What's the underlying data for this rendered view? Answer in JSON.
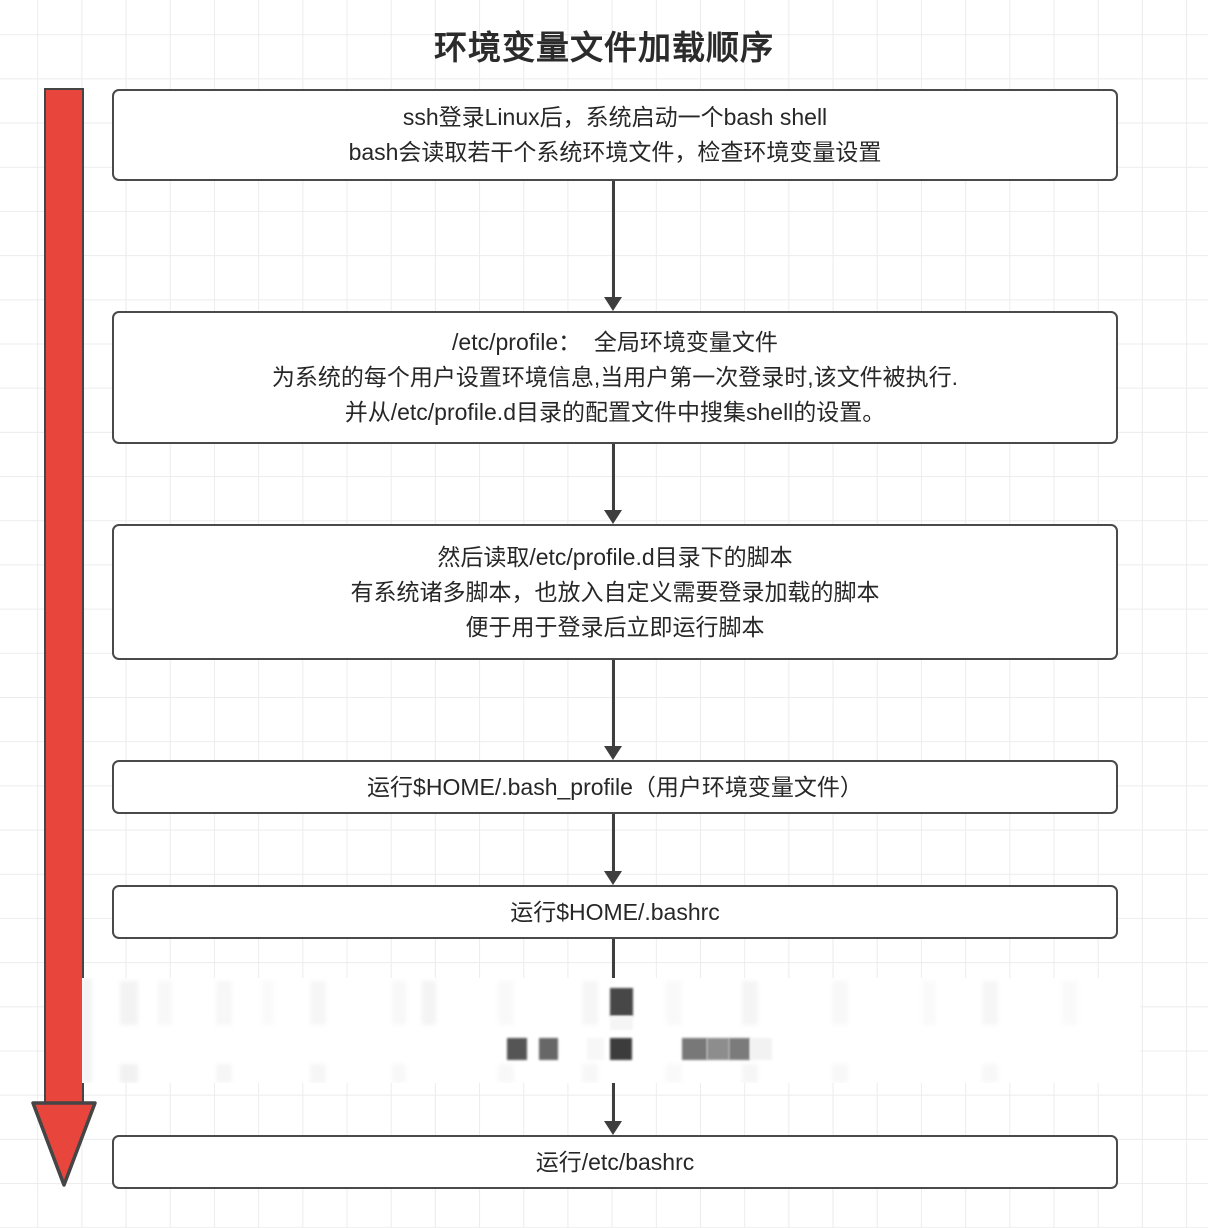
{
  "diagram": {
    "title": "环境变量文件加载顺序",
    "background": {
      "type": "graph-paper-grid",
      "grid_color": "#ececec",
      "page_color": "#ffffff"
    },
    "accent_color": "#e8453c",
    "node_border_color": "#4a4a4a",
    "connector_color": "#3e3e3e",
    "nodes": [
      {
        "id": "node-1",
        "lines": [
          "ssh登录Linux后，系统启动一个bash shell",
          "bash会读取若干个系统环境文件，检查环境变量设置"
        ]
      },
      {
        "id": "node-2",
        "lines": [
          "/etc/profile：  全局环境变量文件",
          "为系统的每个用户设置环境信息,当用户第一次登录时,该文件被执行.",
          "并从/etc/profile.d目录的配置文件中搜集shell的设置。"
        ]
      },
      {
        "id": "node-3",
        "lines": [
          "然后读取/etc/profile.d目录下的脚本",
          "有系统诸多脚本，也放入自定义需要登录加载的脚本",
          "便于用于登录后立即运行脚本"
        ]
      },
      {
        "id": "node-4",
        "lines": [
          "运行$HOME/.bash_profile（用户环境变量文件）"
        ]
      },
      {
        "id": "node-5",
        "lines": [
          "运行$HOME/.bashrc"
        ]
      },
      {
        "id": "node-6",
        "lines": [
          "运行/etc/bashrc"
        ]
      }
    ],
    "redacted_band": {
      "label": "blurred-redacted-content",
      "note": "内容被模糊处理"
    },
    "side_arrow": {
      "label": "loading-order-direction-arrow",
      "direction": "down",
      "color": "#e8453c"
    }
  }
}
